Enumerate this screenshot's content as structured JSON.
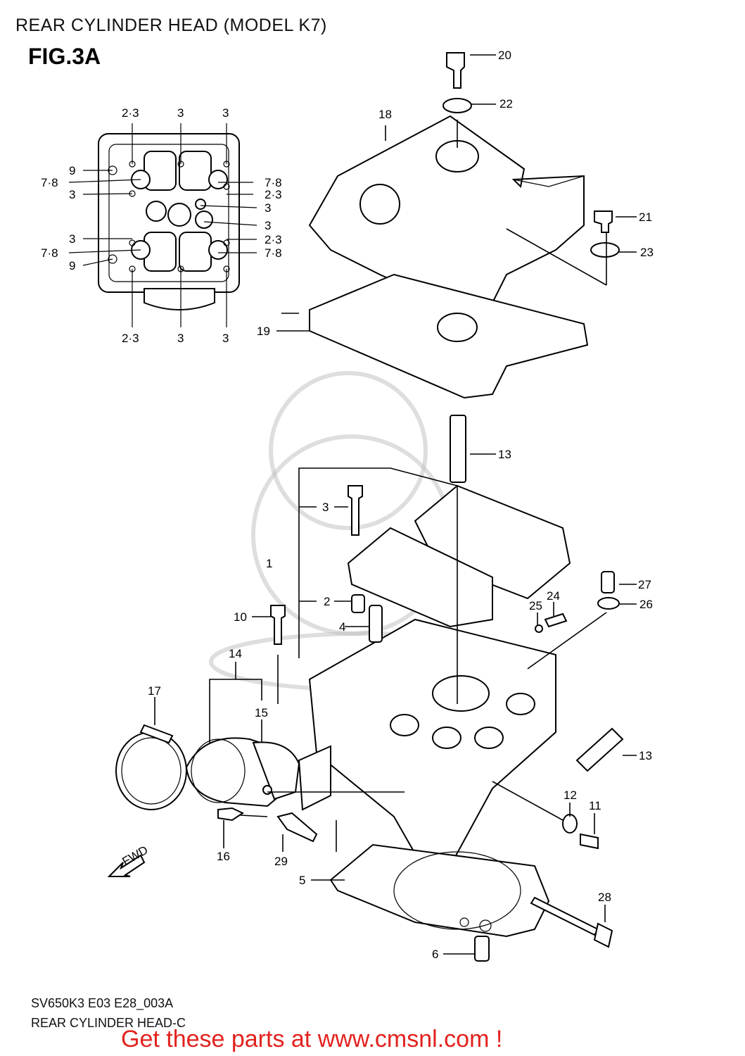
{
  "header": {
    "title": "REAR CYLINDER HEAD (MODEL K7)"
  },
  "figure": {
    "label": "FIG.3A"
  },
  "callouts": [
    "20",
    "22",
    "18",
    "21",
    "23",
    "19",
    "13",
    "3",
    "1",
    "2",
    "4",
    "10",
    "27",
    "26",
    "24",
    "25",
    "14",
    "17",
    "15",
    "13",
    "12",
    "11",
    "16",
    "29",
    "5",
    "28",
    "6"
  ],
  "top_view_callouts": [
    "2·3",
    "3",
    "3",
    "9",
    "7·8",
    "3",
    "7·8",
    "2·3",
    "3",
    "3",
    "3",
    "2·3",
    "7·8",
    "9",
    "7·8",
    "2·3",
    "3",
    "3"
  ],
  "fwd_icon": {
    "label": "FWD"
  },
  "footer": {
    "code": "SV650K3 E03 E28_003A",
    "name": "REAR CYLINDER HEAD-C",
    "promo": "Get these parts at www.cmsnl.com !"
  }
}
